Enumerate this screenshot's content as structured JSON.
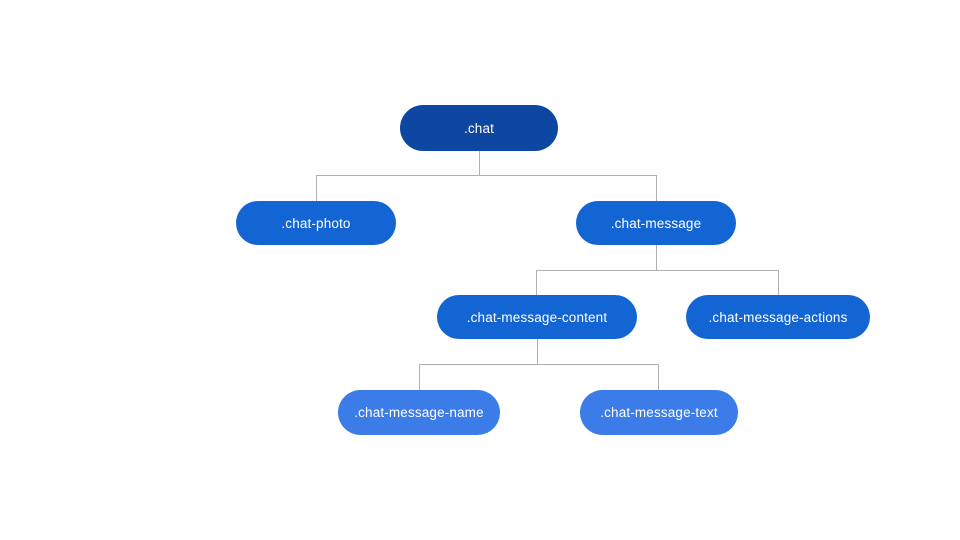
{
  "colors": {
    "level1_fill": "#0d47a1",
    "level2_fill": "#1365d4",
    "level3_fill": "#3b7ce9",
    "connector": "#b0b0b0",
    "label_text": "#ffffff",
    "background": "#ffffff"
  },
  "tree": {
    "nodes": [
      {
        "id": "chat",
        "label": ".chat",
        "level": 1,
        "parent": null
      },
      {
        "id": "chat-photo",
        "label": ".chat-photo",
        "level": 2,
        "parent": "chat"
      },
      {
        "id": "chat-message",
        "label": ".chat-message",
        "level": 2,
        "parent": "chat"
      },
      {
        "id": "chat-message-content",
        "label": ".chat-message-content",
        "level": 2,
        "parent": "chat-message"
      },
      {
        "id": "chat-message-actions",
        "label": ".chat-message-actions",
        "level": 2,
        "parent": "chat-message"
      },
      {
        "id": "chat-message-name",
        "label": ".chat-message-name",
        "level": 3,
        "parent": "chat-message-content"
      },
      {
        "id": "chat-message-text",
        "label": ".chat-message-text",
        "level": 3,
        "parent": "chat-message-content"
      }
    ]
  }
}
